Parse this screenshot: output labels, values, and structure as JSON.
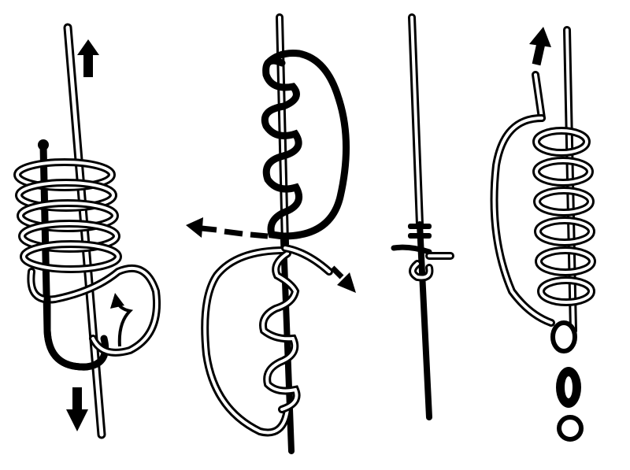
{
  "figure": {
    "kind": "knot-tying-instructions",
    "panel_count": 4,
    "palette": {
      "ink": "#000000",
      "paper": "#ffffff"
    },
    "panels": [
      {
        "id": "step-1",
        "arrows": [
          "up",
          "down",
          "curl-up"
        ],
        "turns": 5
      },
      {
        "id": "step-2",
        "arrows": [
          "left",
          "down-right"
        ],
        "turns": 6
      },
      {
        "id": "step-3",
        "arrows": [],
        "turns": 3
      },
      {
        "id": "step-4",
        "arrows": [
          "up"
        ],
        "turns": 6,
        "hardware": "swivel"
      }
    ]
  }
}
